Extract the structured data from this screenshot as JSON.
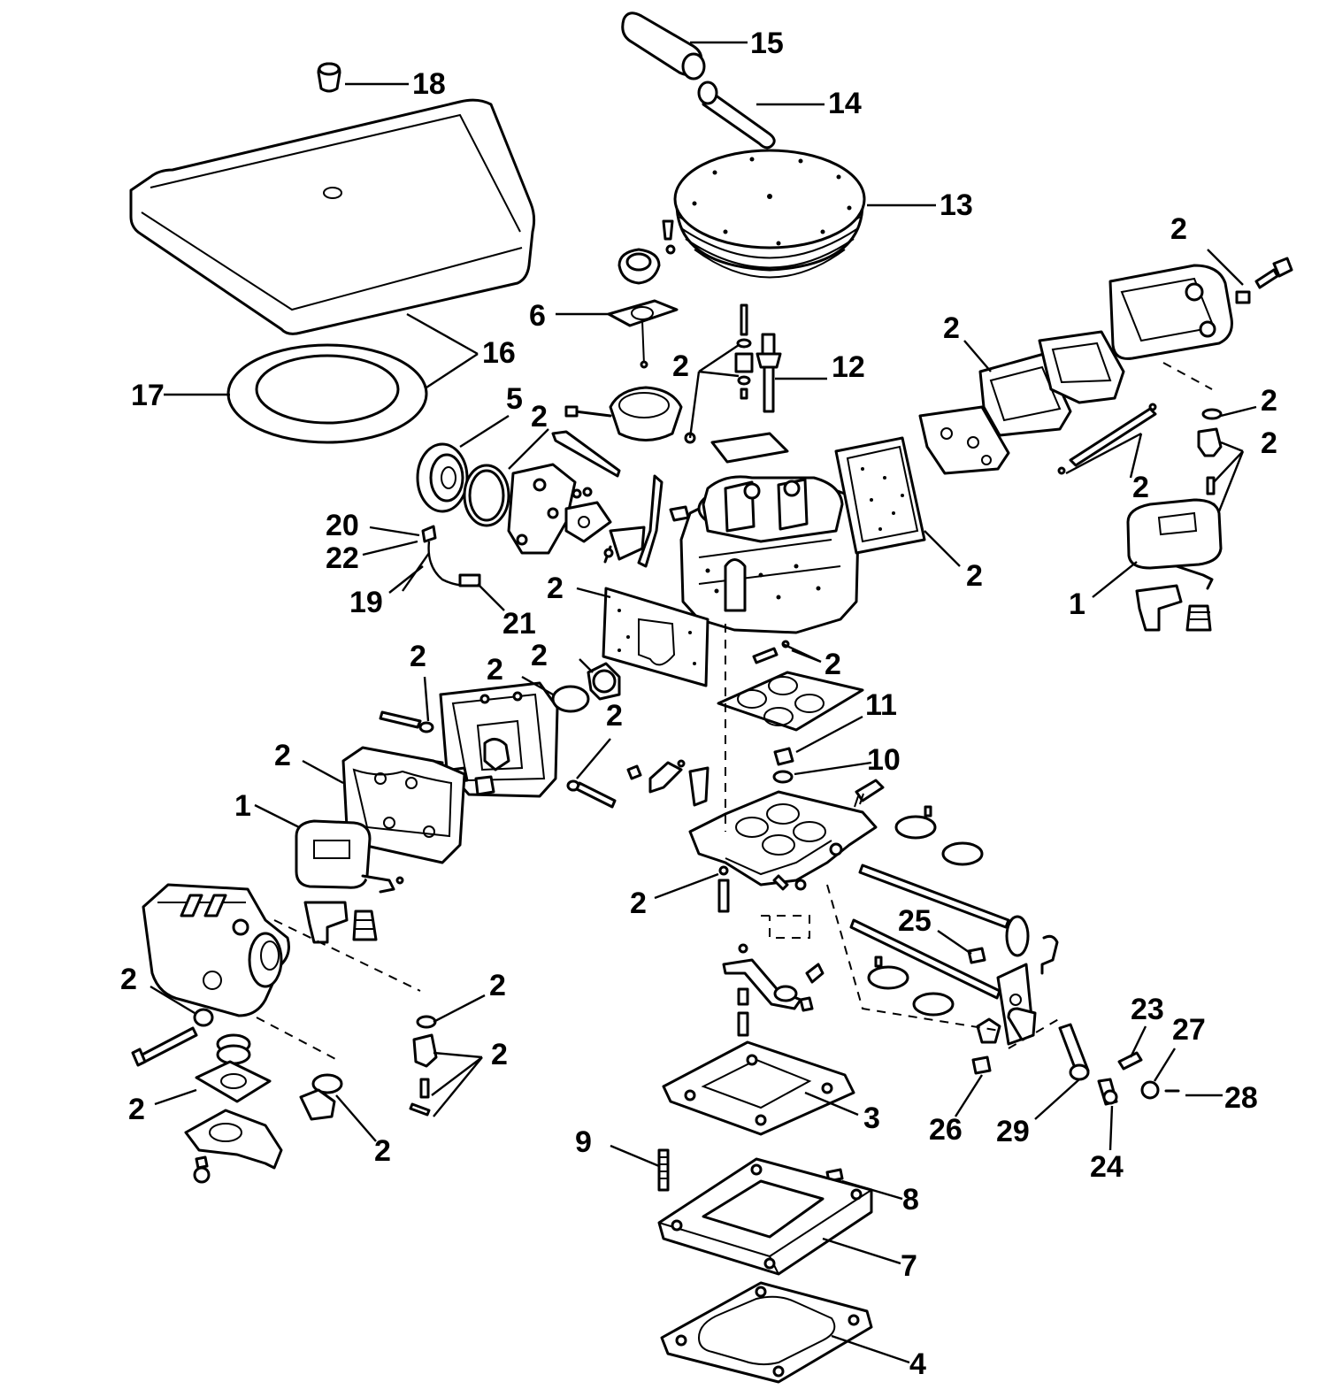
{
  "callouts": {
    "c1a": "1",
    "c1b": "1",
    "c2": "2",
    "c3": "3",
    "c4": "4",
    "c5": "5",
    "c6": "6",
    "c7": "7",
    "c8": "8",
    "c9": "9",
    "c10": "10",
    "c11": "11",
    "c12": "12",
    "c13": "13",
    "c14": "14",
    "c15": "15",
    "c16": "16",
    "c17": "17",
    "c18": "18",
    "c19": "19",
    "c20": "20",
    "c21": "21",
    "c22": "22",
    "c23": "23",
    "c24": "24",
    "c25": "25",
    "c26": "26",
    "c27": "27",
    "c28": "28",
    "c29": "29"
  }
}
